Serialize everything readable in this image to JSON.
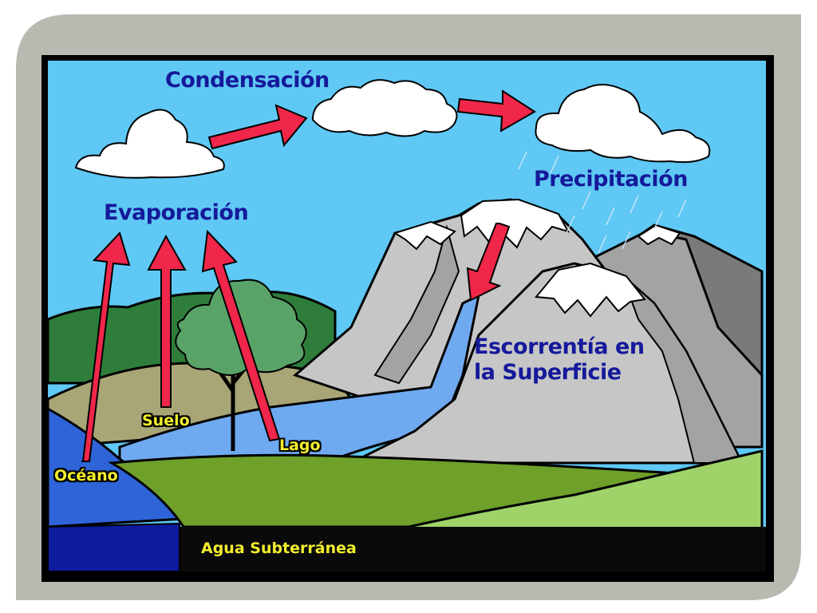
{
  "labels": {
    "condensation": "Condensación",
    "precipitation": "Precipitación",
    "evaporation": "Evaporación",
    "runoff_line1": "Escorrentía en",
    "runoff_line2": "la Superficie",
    "soil": "Suelo",
    "lake": "Lago",
    "ocean": "Océano",
    "groundwater": "Agua Subterránea"
  },
  "colors": {
    "frame_gray": "#b9b9b1",
    "sky": "#5fc8f4",
    "label_blue": "#15199a",
    "label_yellow": "#f2ee2c",
    "arrow_red": "#f0264a",
    "ocean": "#2f63d8",
    "deep_water": "#0e1b9c",
    "lake": "#6fa9f0",
    "mountain_light": "#c6c6c6",
    "mountain_mid": "#a3a3a3",
    "mountain_dark": "#7a7a7a",
    "grass": "#6ea02a",
    "grass_light": "#9fd36a",
    "soil_hill": "#a8a676",
    "forest": "#2e7d3a",
    "tree": "#5aa368",
    "snow": "#ffffff",
    "ground": "#0a0a0a"
  }
}
